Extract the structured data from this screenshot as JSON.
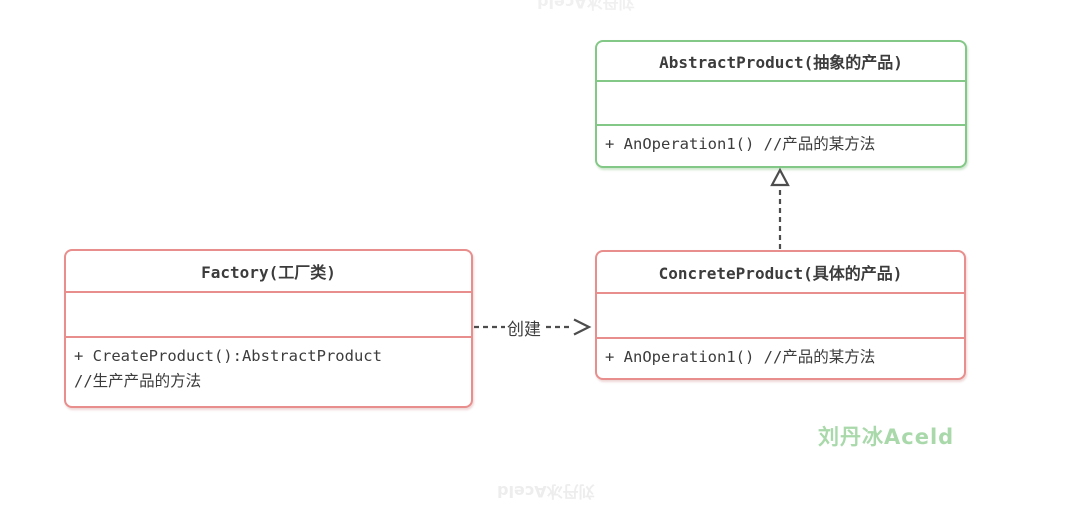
{
  "classes": {
    "abstract_product": {
      "title": "AbstractProduct(抽象的产品)",
      "methods": [
        "+ AnOperation1() //产品的某方法"
      ]
    },
    "factory": {
      "title": "Factory(工厂类)",
      "methods": [
        "+ CreateProduct():AbstractProduct",
        "//生产产品的方法"
      ]
    },
    "concrete_product": {
      "title": "ConcreteProduct(具体的产品)",
      "methods": [
        "+ AnOperation1() //产品的某方法"
      ]
    }
  },
  "relations": {
    "create_label": "创建",
    "create_type": "dashed-dependency-arrow",
    "realize_type": "dashed-realization-arrow"
  },
  "watermark": {
    "author": "刘丹冰Aceld",
    "faint": "刘丹冰Aceld"
  },
  "colors": {
    "green_border": "#84c887",
    "red_border": "#e88e8d",
    "arrow": "#4d4d4d",
    "text": "#3c3c3c",
    "watermark_green": "#a9d9aa"
  }
}
